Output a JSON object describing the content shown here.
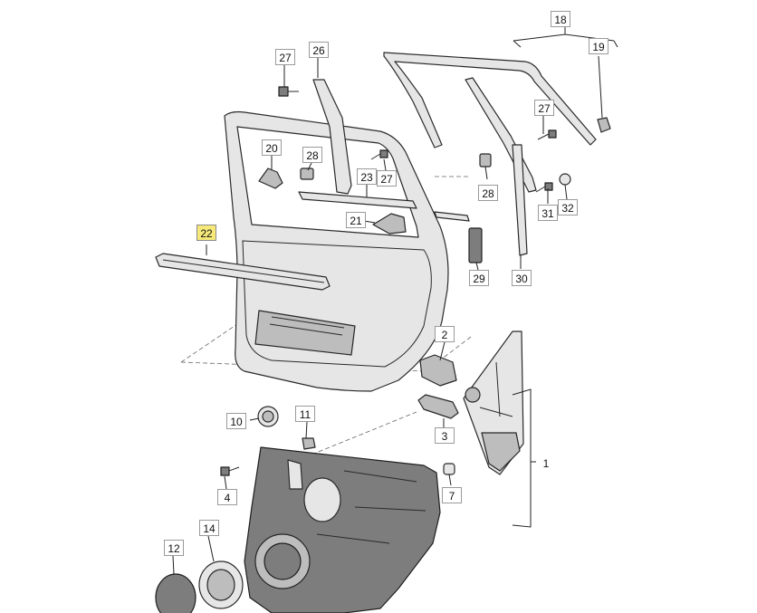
{
  "diagram": {
    "callouts": [
      {
        "id": "c18",
        "text": "18",
        "highlight": false
      },
      {
        "id": "c19",
        "text": "19",
        "highlight": false
      },
      {
        "id": "c26",
        "text": "26",
        "highlight": false
      },
      {
        "id": "c27a",
        "text": "27",
        "highlight": false
      },
      {
        "id": "c27b",
        "text": "27",
        "highlight": false
      },
      {
        "id": "c27c",
        "text": "27",
        "highlight": false
      },
      {
        "id": "c20",
        "text": "20",
        "highlight": false
      },
      {
        "id": "c28a",
        "text": "28",
        "highlight": false
      },
      {
        "id": "c28b",
        "text": "28",
        "highlight": false
      },
      {
        "id": "c23",
        "text": "23",
        "highlight": false
      },
      {
        "id": "c21",
        "text": "21",
        "highlight": false
      },
      {
        "id": "c31",
        "text": "31",
        "highlight": false
      },
      {
        "id": "c32",
        "text": "32",
        "highlight": false
      },
      {
        "id": "c22",
        "text": "22",
        "highlight": true
      },
      {
        "id": "c29",
        "text": "29",
        "highlight": false
      },
      {
        "id": "c30",
        "text": "30",
        "highlight": false
      },
      {
        "id": "c2",
        "text": "2",
        "highlight": false
      },
      {
        "id": "c3",
        "text": "3",
        "highlight": false
      },
      {
        "id": "c1",
        "text": "1",
        "highlight": false
      },
      {
        "id": "c10",
        "text": "10",
        "highlight": false
      },
      {
        "id": "c11",
        "text": "11",
        "highlight": false
      },
      {
        "id": "c4",
        "text": "4",
        "highlight": false
      },
      {
        "id": "c7",
        "text": "7",
        "highlight": false
      },
      {
        "id": "c12",
        "text": "12",
        "highlight": false
      },
      {
        "id": "c14",
        "text": "14",
        "highlight": false
      }
    ],
    "colors": {
      "highlight": "#f6e97a",
      "callout_border": "#9a9a9a",
      "line": "#2a2a2a"
    }
  }
}
